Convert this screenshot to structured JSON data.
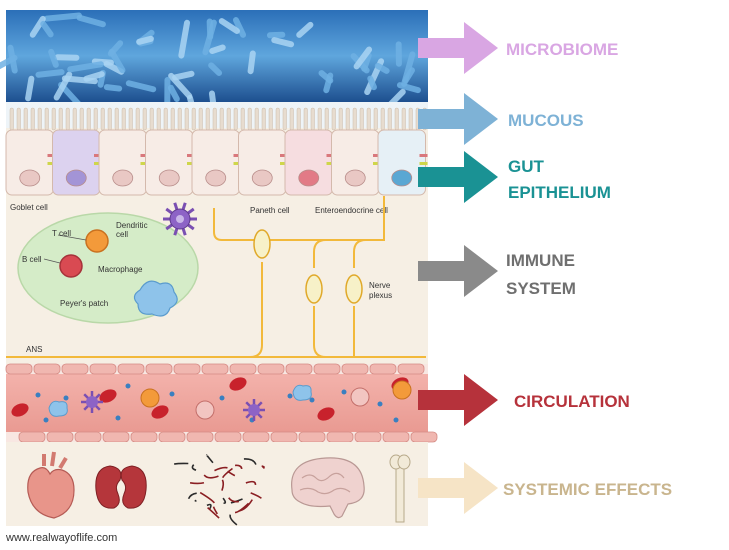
{
  "colors": {
    "microbiome": "#d9a6e3",
    "mucous": "#7eb2d6",
    "gut_epithelium": "#1a9294",
    "immune_system": "#6f6f6f",
    "circulation": "#b6323b",
    "systemic_effects": "#c9b58e"
  },
  "layers": [
    {
      "id": "microbiome",
      "label_lines": [
        "MICROBIOME"
      ],
      "color": "#d9a6e3"
    },
    {
      "id": "mucous",
      "label_lines": [
        "MUCOUS"
      ],
      "color": "#7eb2d6"
    },
    {
      "id": "gut_epithelium",
      "label_lines": [
        "GUT",
        "EPITHELIUM"
      ],
      "color": "#1a9294"
    },
    {
      "id": "immune_system",
      "label_lines": [
        "IMMUNE",
        "SYSTEM"
      ],
      "color": "#6f6f6f"
    },
    {
      "id": "circulation",
      "label_lines": [
        "CIRCULATION"
      ],
      "color": "#b6323b"
    },
    {
      "id": "systemic_effects",
      "label_lines": [
        "SYSTEMIC EFFECTS"
      ],
      "color": "#c9b58e"
    }
  ],
  "cell_labels": {
    "goblet_cell": "Goblet cell",
    "paneth_cell": "Paneth cell",
    "enteroendocrine_cell": "Enteroendocrine cell",
    "dendritic_cell_line1": "Dendritic",
    "dendritic_cell_line2": "cell",
    "t_cell": "T cell",
    "b_cell": "B cell",
    "macrophage": "Macrophage",
    "peyers_patch": "Peyer's patch",
    "nerve_plexus_line1": "Nerve",
    "nerve_plexus_line2": "plexus",
    "ans": "ANS"
  },
  "credit": "www.realwayoflife.com"
}
